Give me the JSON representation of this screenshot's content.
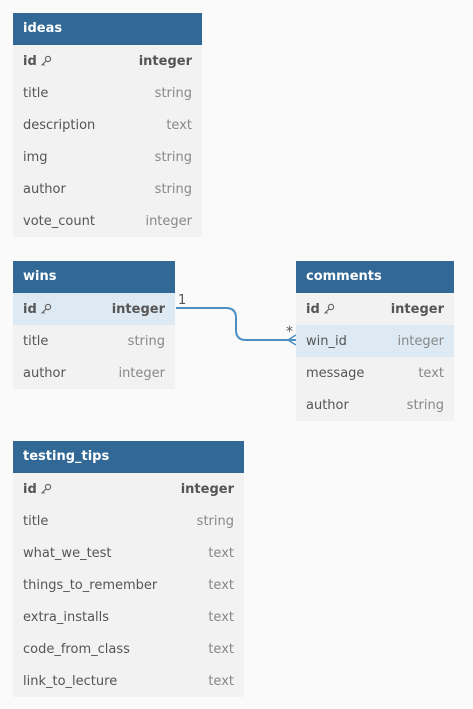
{
  "colors": {
    "header": "#316896",
    "highlight": "#dde9f3",
    "relation_line": "#4e8ec7"
  },
  "icons": {
    "primary_key": "key-icon"
  },
  "tables": {
    "ideas": {
      "title": "ideas",
      "columns": [
        {
          "name": "id",
          "type": "integer"
        },
        {
          "name": "title",
          "type": "string"
        },
        {
          "name": "description",
          "type": "text"
        },
        {
          "name": "img",
          "type": "string"
        },
        {
          "name": "author",
          "type": "string"
        },
        {
          "name": "vote_count",
          "type": "integer"
        }
      ]
    },
    "wins": {
      "title": "wins",
      "columns": [
        {
          "name": "id",
          "type": "integer"
        },
        {
          "name": "title",
          "type": "string"
        },
        {
          "name": "author",
          "type": "integer"
        }
      ]
    },
    "comments": {
      "title": "comments",
      "columns": [
        {
          "name": "id",
          "type": "integer"
        },
        {
          "name": "win_id",
          "type": "integer"
        },
        {
          "name": "message",
          "type": "text"
        },
        {
          "name": "author",
          "type": "string"
        }
      ]
    },
    "testing_tips": {
      "title": "testing_tips",
      "columns": [
        {
          "name": "id",
          "type": "integer"
        },
        {
          "name": "title",
          "type": "string"
        },
        {
          "name": "what_we_test",
          "type": "text"
        },
        {
          "name": "things_to_remember",
          "type": "text"
        },
        {
          "name": "extra_installs",
          "type": "text"
        },
        {
          "name": "code_from_class",
          "type": "text"
        },
        {
          "name": "link_to_lecture",
          "type": "text"
        }
      ]
    }
  },
  "relationships": [
    {
      "from": "wins.id",
      "to": "comments.win_id",
      "from_cardinality": "1",
      "to_cardinality": "*"
    }
  ]
}
